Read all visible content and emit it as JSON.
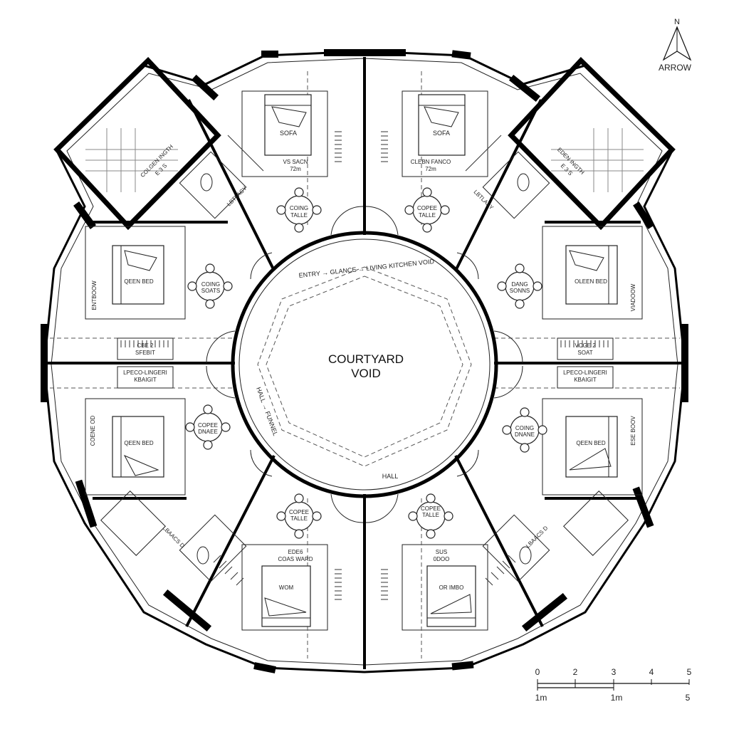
{
  "plan": {
    "center_labels": [
      "COURTYARD",
      "VOID"
    ],
    "hall_label": "HALL",
    "ring_label_top": "ENTRY → GLANCE → LIVING KITCHEN VOID",
    "ring_label_left": "HALL → FUNNEL",
    "north": {
      "letter": "N",
      "label": "ARROW"
    },
    "scale": {
      "ticks": [
        "0",
        "2",
        "3",
        "4",
        "5"
      ],
      "units": [
        "1m",
        "1m",
        "5"
      ]
    },
    "rooms": {
      "top_left": {
        "sofa": "SOFA",
        "sub": "VS SACN",
        "sub2": "72m",
        "table": [
          "COING",
          "TALLE"
        ],
        "bath": "LBTLACY",
        "stair": [
          "COLGEN INGTH",
          "E 3 S"
        ]
      },
      "top_right": {
        "sofa": "SOFA",
        "sub": "CLEBN FANCO",
        "sub2": "72m",
        "table": [
          "COPEE",
          "TALLE"
        ],
        "bath": "LBTLASY",
        "stair": [
          "EDEN INGTH",
          "E 3 S"
        ]
      },
      "left_upper": {
        "bed": "QEEN BED",
        "table": [
          "COING",
          "SOATS"
        ],
        "side": "ENTBOOW",
        "closet": [
          "CBE 2",
          "SFEBIT"
        ]
      },
      "left_lower": {
        "bed": "QEEN BED",
        "table": [
          "COPEE",
          "DNAEE"
        ],
        "side": "COENE OD",
        "closet": [
          "LPECO-LINGERI",
          "KBAIGIT"
        ]
      },
      "right_upper": {
        "bed": "OLEEN BED",
        "table": [
          "DANG",
          "SONNS"
        ],
        "side": "VIADOOW",
        "closet": [
          "VCGE 2",
          "SOAT"
        ]
      },
      "right_lower": {
        "bed": "QEEN BED",
        "table": [
          "COING",
          "DNANE"
        ],
        "side": "ESE BOOV",
        "closet": [
          "LPECO-LINGERI",
          "KBAIGIT"
        ]
      },
      "bottom_left": {
        "bed": "WOM",
        "sub": "EDE6",
        "sub2": "COAS WARD",
        "table": [
          "COPEE",
          "TALLE"
        ],
        "bath": "LBAACS D"
      },
      "bottom_right": {
        "bed": "OR IMBO",
        "sub": "SUS",
        "sub2": "0DOO",
        "table": [
          "COPEE",
          "TALLE"
        ],
        "bath": "LBAACS D"
      }
    }
  }
}
